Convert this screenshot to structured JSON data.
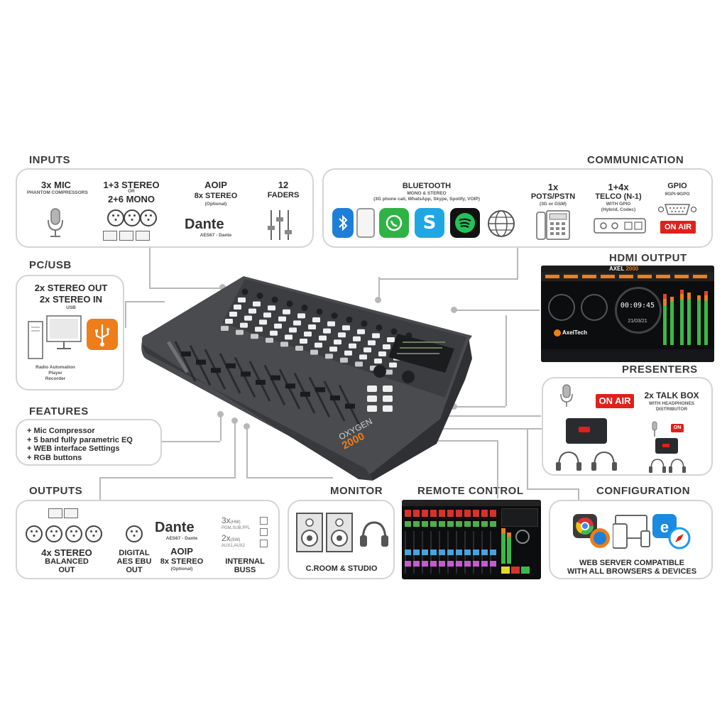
{
  "sections": {
    "inputs": "INPUTS",
    "communication": "COMMUNICATION",
    "pc_usb": "PC/USB",
    "hdmi_output": "HDMI OUTPUT",
    "presenters": "PRESENTERS",
    "features": "FEATURES",
    "outputs": "OUTPUTS",
    "monitor": "MONITOR",
    "remote_control": "REMOTE CONTROL",
    "configuration": "CONFIGURATION"
  },
  "inputs": {
    "mic_count": "3x MIC",
    "mic_sub": "PHANTOM COMPRESSORS",
    "stereo_a": "1+3 STEREO",
    "stereo_or": "OR",
    "stereo_b": "2+6 MONO",
    "aoip": "AOIP",
    "aoip_stereo": "8x STEREO",
    "aoip_optional": "(Optional)",
    "dante": "Dante",
    "dante_sub": "AES67 - Dante",
    "faders_count": "12",
    "faders_label": "FADERS"
  },
  "communication": {
    "bluetooth": "BLUETOOTH",
    "bluetooth_sub": "MONO & STEREO",
    "bluetooth_detail": "(3G phone call, WhatsApp, Skype, Spotify, VOIP)",
    "pots_count": "1x",
    "pots_label": "POTS/PSTN",
    "pots_sub": "(3G or GSM)",
    "telco_count": "1+4x",
    "telco_label": "TELCO (N-1)",
    "telco_sub1": "WITH GPIO",
    "telco_sub2": "(Hybrid, Codec)",
    "gpio": "GPIO",
    "gpio_sub": "9GPI-9GPO",
    "on_air": "ON AIR"
  },
  "pc_usb": {
    "stereo_out": "2x STEREO OUT",
    "stereo_in": "2x STEREO IN",
    "usb": "USB",
    "caption1": "Radio Automation",
    "caption2": "Player",
    "caption3": "Recorder"
  },
  "features": {
    "items": [
      "+ Mic Compressor",
      "+ 5 band fully parametric EQ",
      "+ WEB interface Settings",
      "+ RGB buttons"
    ]
  },
  "outputs": {
    "balanced_count": "4x STEREO",
    "balanced_label": "BALANCED",
    "balanced_out": "OUT",
    "digital": "DIGITAL",
    "aes": "AES EBU",
    "digital_out": "OUT",
    "dante": "Dante",
    "dante_sub": "AES67 - Dante",
    "aoip": "AOIP",
    "aoip_stereo": "8x STEREO",
    "aoip_optional": "(Optional)",
    "bus_a_count": "3x",
    "bus_a_tag": "(HW)",
    "bus_a_names": "PGM,SUB,PFL",
    "bus_b_count": "2x",
    "bus_b_tag": "(SW)",
    "bus_b_names": "AUX1,AUX2",
    "internal": "INTERNAL",
    "buss": "BUSS"
  },
  "monitor": {
    "caption": "C.ROOM & STUDIO"
  },
  "presenters": {
    "on_air": "ON AIR",
    "on_air_small": "ON",
    "talkbox": "2x TALK BOX",
    "talkbox_sub1": "WITH HEADPHONES",
    "talkbox_sub2": "DISTRIBUTOR"
  },
  "hdmi": {
    "brand": "AXEL",
    "model": "2000",
    "clock": "00:09:45",
    "date": "21/03/21",
    "logo": "AxelTech"
  },
  "configuration": {
    "line1": "WEB SERVER COMPATIBLE",
    "line2": "WITH ALL BROWSERS & DEVICES"
  },
  "console": {
    "brand": "OXYGEN",
    "model": "2000"
  },
  "colors": {
    "accent_orange": "#ee7d1a",
    "on_air_red": "#e0201b",
    "bluetooth_blue": "#1d7fd8",
    "whatsapp_green": "#2fb344",
    "skype_blue": "#1fa7e4",
    "spotify_green": "#22c25b",
    "panel_border": "#d4d4d4",
    "console_grey": "#4a4b4e"
  },
  "icons": [
    "microphone-icon",
    "xlr-connector-icon",
    "rj45-icon",
    "fader-icon",
    "bluetooth-icon",
    "phone-icon",
    "whatsapp-icon",
    "skype-icon",
    "spotify-icon",
    "globe-icon",
    "desk-phone-icon",
    "telco-unit-icon",
    "db9-connector-icon",
    "computer-icon",
    "usb-icon",
    "speaker-icon",
    "headphones-icon",
    "chrome-icon",
    "edge-icon",
    "safari-icon",
    "devices-icon"
  ]
}
